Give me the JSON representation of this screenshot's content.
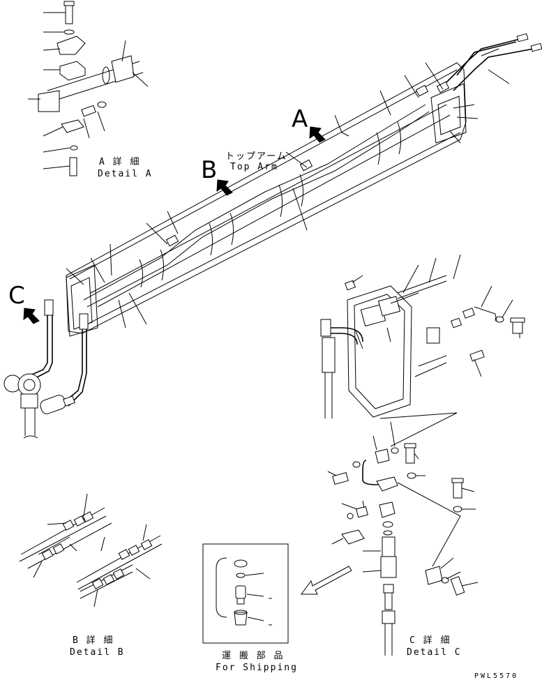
{
  "callouts": {
    "a": "A",
    "b": "B",
    "c": "C"
  },
  "labels": {
    "top_arm_jp": "トップアーム",
    "top_arm_en": "Top Arm",
    "detail_a_jp": "A 詳 細",
    "detail_a_en": "Detail A",
    "detail_b_jp": "B 詳 細",
    "detail_b_en": "Detail B",
    "detail_c_jp": "C 詳 細",
    "detail_c_en": "Detail C",
    "shipping_jp": "運 搬 部 品",
    "shipping_en": "For Shipping"
  },
  "drawing_code": "PWL5570",
  "colors": {
    "ink": "#000000",
    "paper": "#ffffff"
  }
}
